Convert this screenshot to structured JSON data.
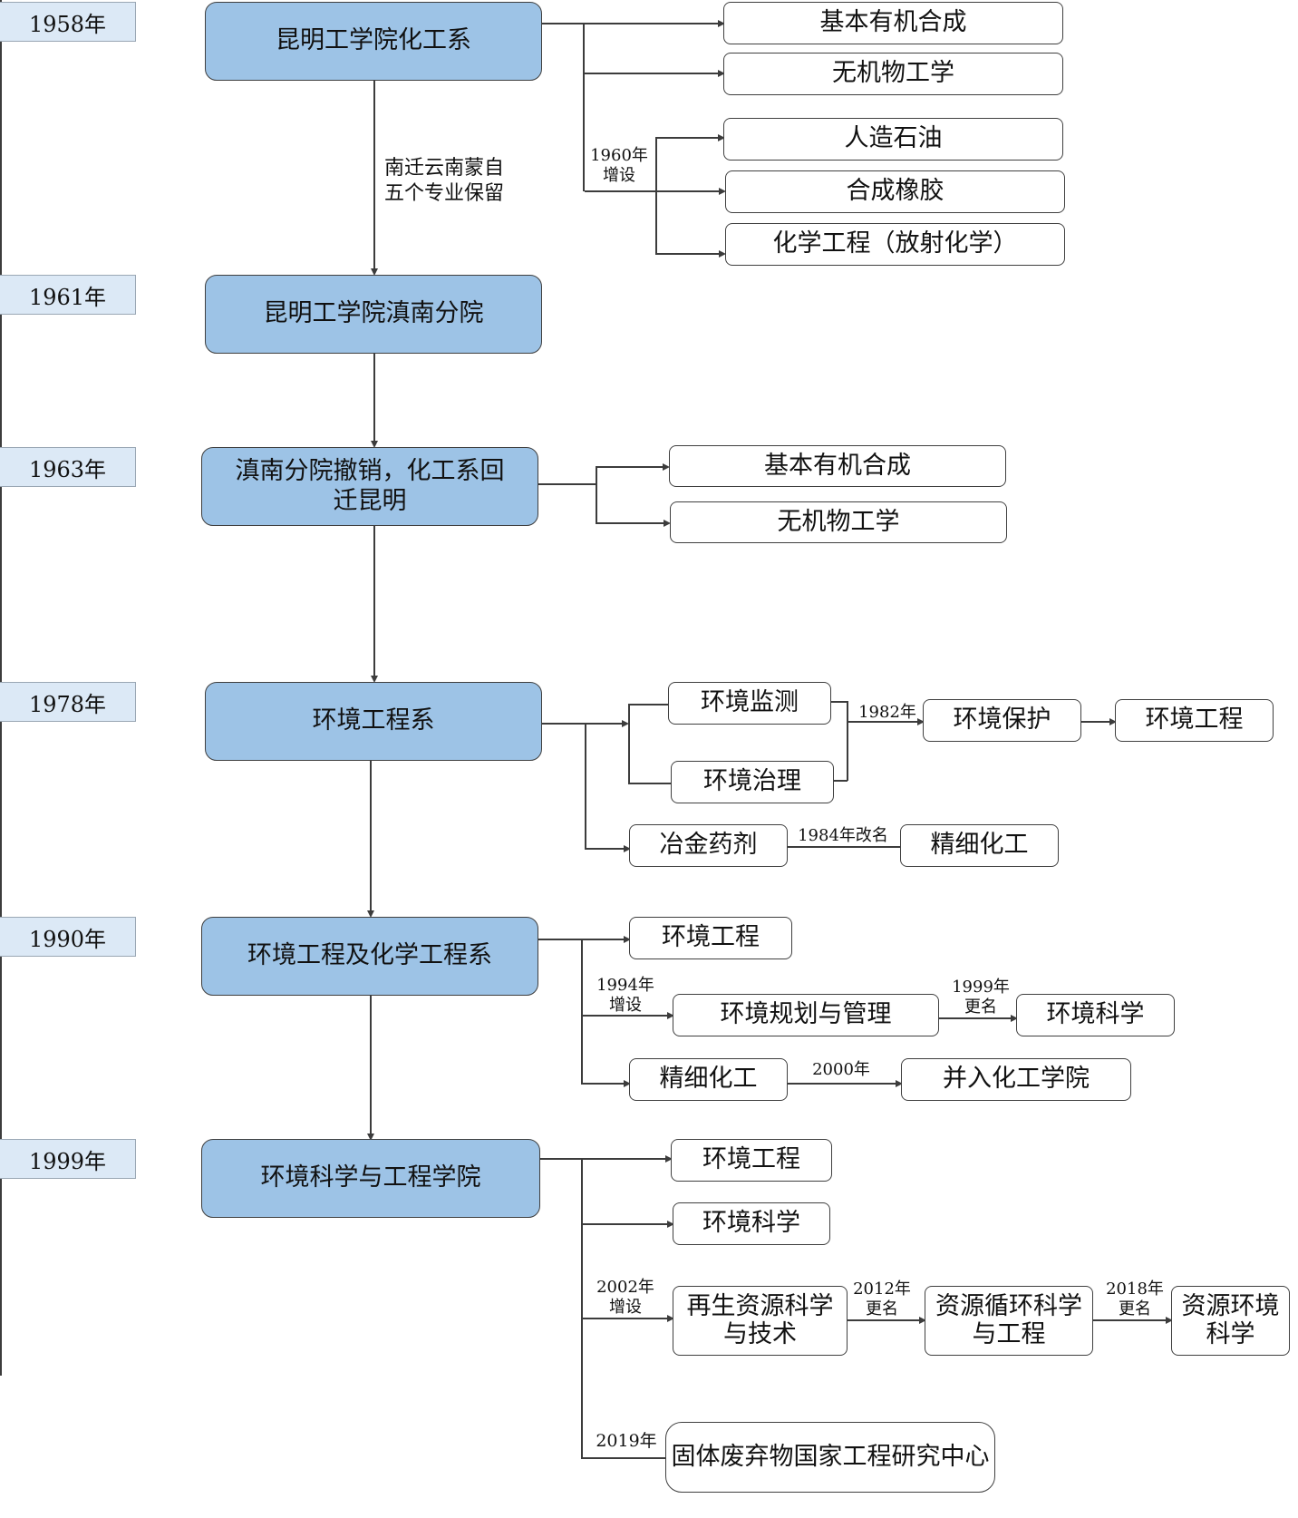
{
  "timeline": {
    "y1958": "1958年",
    "y1961": "1961年",
    "y1963": "1963年",
    "y1978": "1978年",
    "y1990": "1990年",
    "y1999": "1999年"
  },
  "p1958": {
    "main": "昆明工学院化工系",
    "note_move": "南迁云南蒙自\n五个专业保留",
    "s1": "基本有机合成",
    "s2": "无机物工学",
    "note_1960": "1960年\n增设",
    "s3": "人造石油",
    "s4": "合成橡胶",
    "s5": "化学工程（放射化学）"
  },
  "p1961": {
    "main": "昆明工学院滇南分院"
  },
  "p1963": {
    "main": "滇南分院撤销，化工系回\n迁昆明",
    "s1": "基本有机合成",
    "s2": "无机物工学"
  },
  "p1978": {
    "main": "环境工程系",
    "s_monitor": "环境监测",
    "s_govern": "环境治理",
    "note_1982": "1982年",
    "s_protect": "环境保护",
    "s_engineer": "环境工程",
    "s_metal": "冶金药剂",
    "note_1984": "1984年改名",
    "s_fine": "精细化工"
  },
  "p1990": {
    "main": "环境工程及化学工程系",
    "s_engineer": "环境工程",
    "note_1994": "1994年\n增设",
    "s_plan": "环境规划与管理",
    "note_1999": "1999年\n更名",
    "s_science": "环境科学",
    "s_fine": "精细化工",
    "note_2000": "2000年",
    "s_merge": "并入化工学院"
  },
  "p1999": {
    "main": "环境科学与工程学院",
    "s_engineer": "环境工程",
    "s_science": "环境科学",
    "note_2002": "2002年\n增设",
    "s_renew": "再生资源科学\n与技术",
    "note_2012": "2012年\n更名",
    "s_cycle": "资源循环科学\n与工程",
    "note_2018": "2018年\n更名",
    "s_resenv": "资源环境\n科学",
    "note_2019": "2019年",
    "s_center": "固体废弃物国家工程研究中心"
  },
  "colors": {
    "main_fill": "#9dc3e6",
    "year_fill": "#dce9f6",
    "line": "#3c3c3c"
  }
}
